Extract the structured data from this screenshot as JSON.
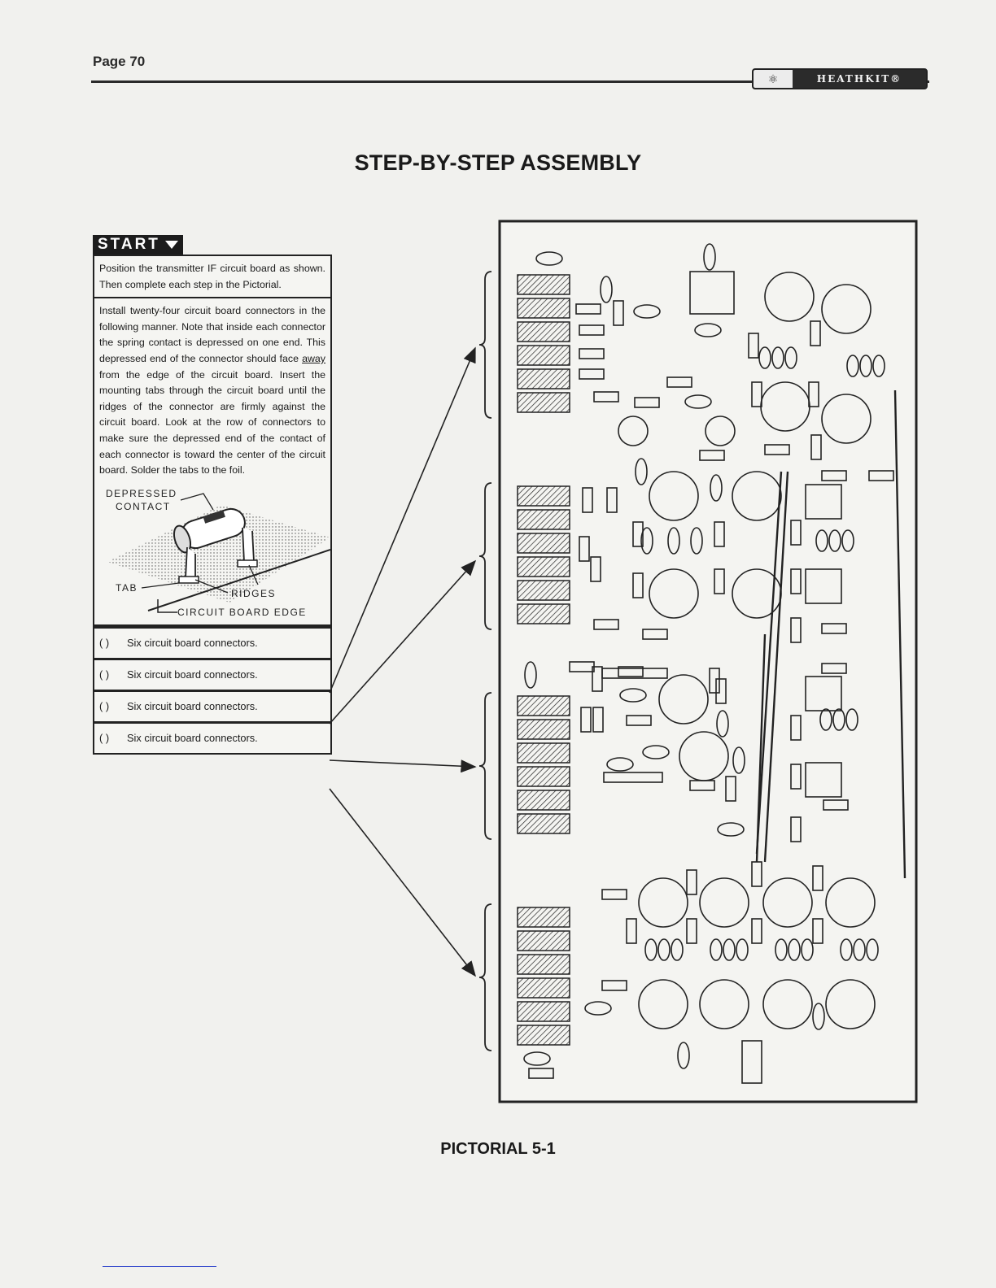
{
  "header": {
    "page_label": "Page 70",
    "logo_text": "HEATHKIT®",
    "logo_icon": "atom-icon"
  },
  "title": "STEP-BY-STEP ASSEMBLY",
  "start_label": "START",
  "instructions": {
    "intro": "Position the transmitter IF circuit board as shown. Then complete each step in the Pictorial.",
    "body_part1": "Install twenty-four circuit board connectors in the following manner. Note that inside each connector the spring contact is depressed on one end. This depressed end of the connector should face ",
    "body_emph": "away",
    "body_part2": " from the edge of the circuit board. Insert the mounting tabs through the circuit board until the ridges of the connector are firmly against the circuit board. Look at the row of connectors to make sure the depressed end of the contact of each connector is toward the center of the circuit board. Solder the tabs to the foil."
  },
  "illustration_labels": {
    "depressed": "DEPRESSED",
    "contact": "CONTACT",
    "tab": "TAB",
    "ridges": "RIDGES",
    "edge": "CIRCUIT BOARD EDGE"
  },
  "steps": [
    {
      "check": "(   )",
      "label": "Six circuit board connectors."
    },
    {
      "check": "(   )",
      "label": "Six circuit board connectors."
    },
    {
      "check": "(   )",
      "label": "Six circuit board connectors."
    },
    {
      "check": "(   )",
      "label": "Six circuit board connectors."
    }
  ],
  "caption": "PICTORIAL 5-1"
}
